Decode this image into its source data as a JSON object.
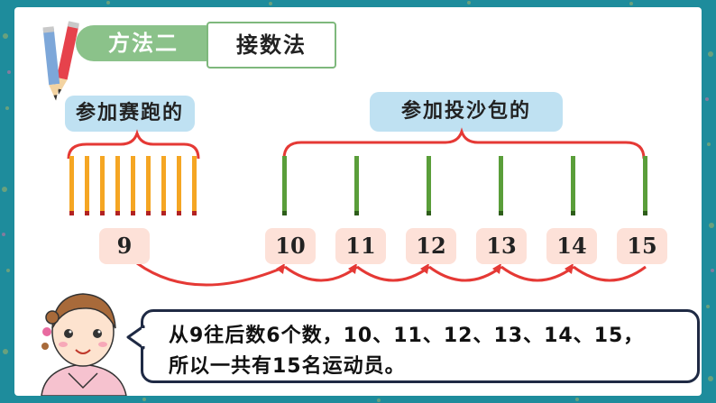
{
  "method_tab": "方法二",
  "method_name": "接数法",
  "groups": {
    "runners_label": "参加赛跑的",
    "sandbag_label": "参加投沙包的"
  },
  "numbers": [
    "9",
    "10",
    "11",
    "12",
    "13",
    "14",
    "15"
  ],
  "explanation": {
    "line1": "从9往后数6个数，10、11、12、13、14、15，",
    "line2": "所以一共有15名运动员。"
  },
  "counts": {
    "runners_sticks": 9,
    "sandbag_sticks": 6
  },
  "colors": {
    "frame": "#1e8c9c",
    "method_tab": "#8bc28a",
    "label_box": "#bfe1f2",
    "number_box": "#fde1d8",
    "brace": "#e53935",
    "orange_stick": "#f5a623",
    "green_stick": "#5a9e3a"
  }
}
